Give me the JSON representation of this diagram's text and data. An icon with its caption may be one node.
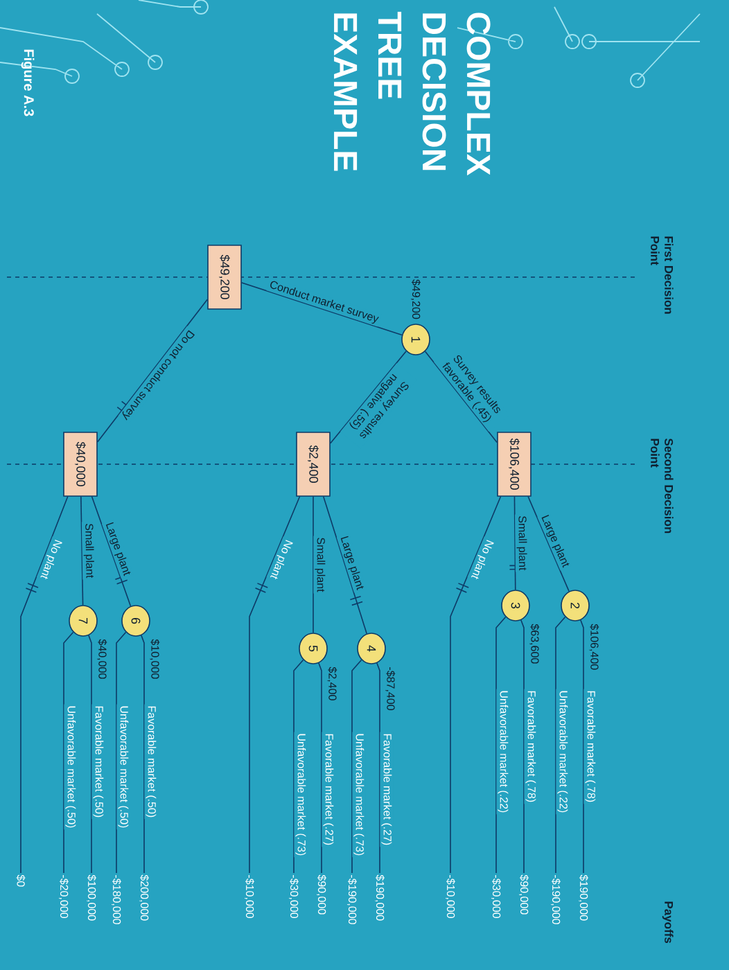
{
  "diagram": {
    "title": "COMPLEX DECISION TREE EXAMPLE",
    "caption": "Figure A.3",
    "nodes": [
      {
        "text": [
          "$49,200"
        ]
      },
      {
        "text": [
          "1"
        ],
        "beside": [
          "$49,200"
        ]
      },
      {
        "text": [
          "$106,400"
        ]
      },
      {
        "text": [
          "$2,400"
        ]
      },
      {
        "text": [
          "$40,000"
        ]
      },
      {
        "text": [
          "2"
        ],
        "beside": [
          "$106,400"
        ]
      },
      {
        "text": [
          "3"
        ],
        "beside": [
          "$63,600"
        ]
      },
      {
        "text": [
          "-$10,000"
        ]
      },
      {
        "text": [
          "$190,000"
        ]
      },
      {
        "text": [
          "-$190,000"
        ]
      },
      {
        "text": [
          "$90,000"
        ]
      },
      {
        "text": [
          "-$30,000"
        ]
      },
      {
        "text": [
          "4"
        ],
        "beside": [
          "-$87,400"
        ]
      },
      {
        "text": [
          "5"
        ],
        "beside": [
          "$2,400"
        ]
      },
      {
        "text": [
          "-$10,000"
        ]
      },
      {
        "text": [
          "$190,000"
        ]
      },
      {
        "text": [
          "-$190,000"
        ]
      },
      {
        "text": [
          "$90,000"
        ]
      },
      {
        "text": [
          "-$30,000"
        ]
      },
      {
        "text": [
          "6"
        ],
        "beside": [
          "$10,000"
        ]
      },
      {
        "text": [
          "7"
        ],
        "beside": [
          "$40,000"
        ]
      },
      {
        "text": [
          "$0"
        ]
      },
      {
        "text": [
          "$200,000"
        ]
      },
      {
        "text": [
          "-$180,000"
        ]
      },
      {
        "text": [
          "$100,000"
        ]
      },
      {
        "text": [
          "-$20,000"
        ]
      }
    ],
    "edges": [
      {
        "from": 0,
        "to": 1,
        "arrow": "none",
        "label": "Conduct market survey"
      },
      {
        "from": 0,
        "to": 4,
        "arrow": "none",
        "label": "Do not conduct survey"
      },
      {
        "from": 1,
        "to": 2,
        "arrow": "none",
        "label": "Survey results favorable (.45)"
      },
      {
        "from": 1,
        "to": 3,
        "arrow": "none",
        "label": "Survey results negative (.55)"
      },
      {
        "from": 2,
        "to": 5,
        "arrow": "none",
        "label": "Large plant"
      },
      {
        "from": 2,
        "to": 6,
        "arrow": "none",
        "label": "Small plant"
      },
      {
        "from": 2,
        "to": 7,
        "arrow": "none",
        "label": "No plant"
      },
      {
        "from": 5,
        "to": 8,
        "arrow": "none",
        "label": "Favorable market (.78)"
      },
      {
        "from": 5,
        "to": 9,
        "arrow": "none",
        "label": "Unfavorable market (.22)"
      },
      {
        "from": 6,
        "to": 10,
        "arrow": "none",
        "label": "Favorable market (.78)"
      },
      {
        "from": 6,
        "to": 11,
        "arrow": "none",
        "label": "Unfavorable market (.22)"
      },
      {
        "from": 3,
        "to": 12,
        "arrow": "none",
        "label": "Large plant"
      },
      {
        "from": 3,
        "to": 13,
        "arrow": "none",
        "label": "Small plant"
      },
      {
        "from": 3,
        "to": 14,
        "arrow": "none",
        "label": "No plant"
      },
      {
        "from": 12,
        "to": 15,
        "arrow": "none",
        "label": "Favorable market (.27)"
      },
      {
        "from": 12,
        "to": 16,
        "arrow": "none",
        "label": "Unfavorable market (.73)"
      },
      {
        "from": 13,
        "to": 17,
        "arrow": "none",
        "label": "Favorable market (.27)"
      },
      {
        "from": 13,
        "to": 18,
        "arrow": "none",
        "label": "Unfavorable market (.73)"
      },
      {
        "from": 4,
        "to": 19,
        "arrow": "none",
        "label": "Large plant"
      },
      {
        "from": 4,
        "to": 20,
        "arrow": "none",
        "label": "Small plant"
      },
      {
        "from": 4,
        "to": 21,
        "arrow": "none",
        "label": "No plant"
      },
      {
        "from": 19,
        "to": 22,
        "arrow": "none",
        "label": "Favorable market (.50)"
      },
      {
        "from": 19,
        "to": 23,
        "arrow": "none",
        "label": "Unfavorable market (.50)"
      },
      {
        "from": 20,
        "to": 24,
        "arrow": "none",
        "label": "Favorable market (.50)"
      },
      {
        "from": 20,
        "to": 25,
        "arrow": "none",
        "label": "Unfavorable market (.50)"
      }
    ],
    "labels": [
      "First Decision Point",
      "Second Decision Point",
      "Payoffs"
    ]
  }
}
